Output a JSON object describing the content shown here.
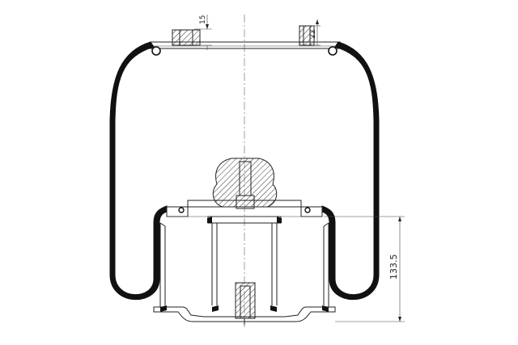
{
  "dimensions": {
    "top_left": "15",
    "top_right": "22",
    "height": "133.5"
  },
  "colors": {
    "line": "#222222",
    "bellow_fill": "#111111",
    "background": "#ffffff"
  }
}
